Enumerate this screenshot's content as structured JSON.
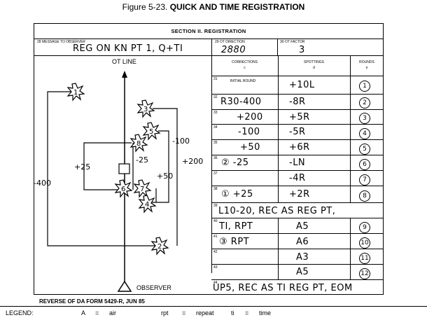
{
  "figure_title_prefix": "Figure 5-23.",
  "figure_title": "QUICK AND TIME REGISTRATION",
  "section_title": "SECTION II.  REGISTRATION",
  "fields": {
    "message_label": "28  MESSAGE TO OBSERVER",
    "message_value": "REG ON KN PT 1, Q+TI",
    "ot_direction_label": "29  OT DIRECTION",
    "ot_direction_value": "2880",
    "ot_factor_label": "30  OT FACTOR",
    "ot_factor_value": "3"
  },
  "diagram": {
    "ot_line_label": "OT LINE",
    "observer_label": "OBSERVER",
    "burst_labels": [
      "1",
      "3",
      "5",
      "8",
      "6",
      "7",
      "4",
      "2"
    ],
    "dimension_labels": [
      "-400",
      "+25",
      "-100",
      "+200",
      "-25",
      "+50"
    ]
  },
  "table": {
    "headers": {
      "corrections": "CORRECTIONS",
      "corrections_sub": "c",
      "spottings": "SPOTTINGS",
      "spottings_sub": "d",
      "rounds": "ROUNDS",
      "rounds_sub": "e"
    },
    "rows": [
      {
        "num": "31",
        "correction": "INITIAL ROUND",
        "spotting": "+10L",
        "round": "1"
      },
      {
        "num": "32",
        "correction": "R30-400",
        "spotting": "-8R",
        "round": "2"
      },
      {
        "num": "33",
        "correction": "+200",
        "spotting": "+5R",
        "round": "3"
      },
      {
        "num": "34",
        "correction": "-100",
        "spotting": "-5R",
        "round": "4"
      },
      {
        "num": "35",
        "correction": "+50",
        "spotting": "+6R",
        "round": "5"
      },
      {
        "num": "36",
        "correction": "② -25",
        "spotting": "-LN",
        "round": "6"
      },
      {
        "num": "37",
        "correction": "",
        "spotting": "-4R",
        "round": "7"
      },
      {
        "num": "38",
        "correction": "① +25",
        "spotting": "+2R",
        "round": "8"
      },
      {
        "num": "39",
        "correction": "L10-20, REC AS REG PT,",
        "spotting": "",
        "round": ""
      },
      {
        "num": "40",
        "correction": "TI, RPT",
        "spotting": "A5",
        "round": "9"
      },
      {
        "num": "41",
        "correction": "③ RPT",
        "spotting": "A6",
        "round": "10"
      },
      {
        "num": "42",
        "correction": "",
        "spotting": "A3",
        "round": "11"
      },
      {
        "num": "43",
        "correction": "",
        "spotting": "A5",
        "round": "12"
      },
      {
        "num": "44",
        "correction": "UP5, REC AS TI REG PT, EOM",
        "spotting": "",
        "round": ""
      }
    ]
  },
  "footer_text": "REVERSE OF DA FORM 5429-R, JUN 85",
  "legend": {
    "title": "LEGEND:",
    "items": [
      {
        "abbr": "A",
        "eq": "=",
        "meaning": "air"
      },
      {
        "abbr": "rpt",
        "eq": "=",
        "meaning": "repeat"
      },
      {
        "abbr": "ti",
        "eq": "=",
        "meaning": "time"
      }
    ]
  }
}
